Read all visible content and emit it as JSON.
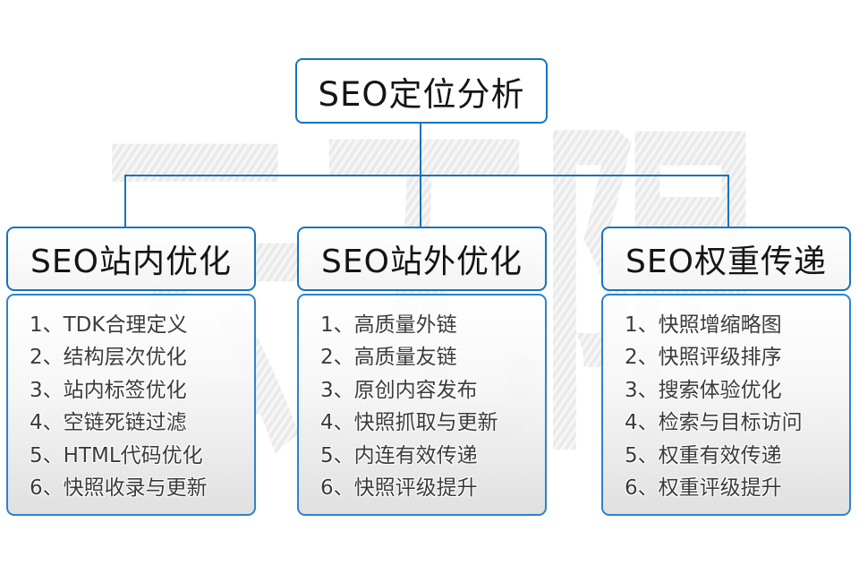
{
  "diagram": {
    "watermark": "云无限",
    "root_title": "SEO定位分析",
    "columns": [
      {
        "title": "SEO站内优化",
        "items": [
          "1、TDK合理定义",
          "2、结构层次优化",
          "3、站内标签优化",
          "4、空链死链过滤",
          "5、HTML代码优化",
          "6、快照收录与更新"
        ]
      },
      {
        "title": "SEO站外优化",
        "items": [
          "1、高质量外链",
          "2、高质量友链",
          "3、原创内容发布",
          "4、快照抓取与更新",
          "5、内连有效传递",
          "6、快照评级提升"
        ]
      },
      {
        "title": "SEO权重传递",
        "items": [
          "1、快照增缩略图",
          "2、快照评级排序",
          "3、搜索体验优化",
          "4、检索与目标访问",
          "5、权重有效传递",
          "6、权重评级提升"
        ]
      }
    ],
    "colors": {
      "connector_blue": "#1673be",
      "box_border_blue": "#2e82cd",
      "list_gradient_bottom": "#dfdfdf",
      "watermark_gray": "#ececec",
      "text_dark": "#141414",
      "list_text": "#3b3b3b"
    }
  }
}
